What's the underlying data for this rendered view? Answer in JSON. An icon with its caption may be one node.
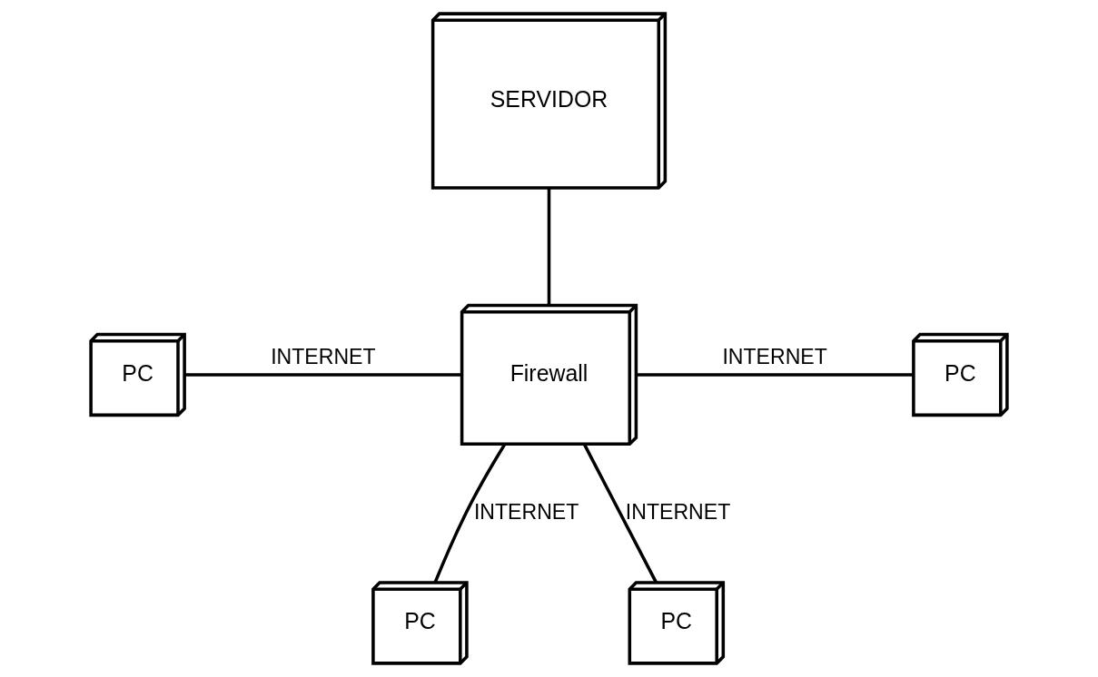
{
  "diagram": {
    "nodes": [
      {
        "text": [
          "SERVIDOR"
        ]
      },
      {
        "text": [
          "PC"
        ]
      },
      {
        "text": [
          "Firewall"
        ]
      },
      {
        "text": [
          "PC"
        ]
      },
      {
        "text": [
          "PC"
        ]
      },
      {
        "text": [
          "PC"
        ]
      }
    ],
    "edges": [
      {
        "from": 0,
        "to": 2,
        "arrow": "none"
      },
      {
        "from": 1,
        "to": 2,
        "arrow": "none",
        "label": "INTERNET"
      },
      {
        "from": 2,
        "to": 3,
        "arrow": "none",
        "label": "INTERNET"
      },
      {
        "from": 2,
        "to": 4,
        "arrow": "none",
        "label": "INTERNET"
      },
      {
        "from": 2,
        "to": 5,
        "arrow": "none",
        "label": "INTERNET"
      }
    ]
  }
}
